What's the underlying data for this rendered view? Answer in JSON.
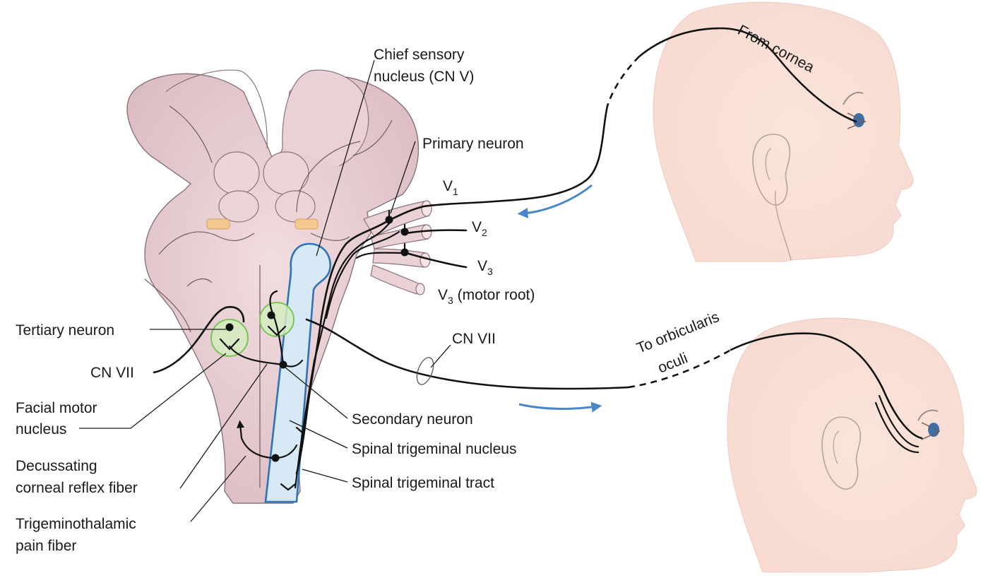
{
  "labels": {
    "chief_sensory": [
      "Chief sensory",
      "nucleus (CN V)"
    ],
    "primary_neuron": "Primary neuron",
    "v1": {
      "main": "V",
      "sub": "1"
    },
    "v2": {
      "main": "V",
      "sub": "2"
    },
    "v3": {
      "main": "V",
      "sub": "3"
    },
    "v3_motor": {
      "main": "V",
      "sub": "3",
      "suffix": " (motor root)"
    },
    "from_cornea": "From cornea",
    "to_orbicularis": [
      "To orbicularis",
      "oculi"
    ],
    "cn_vii_right": "CN VII",
    "tertiary_neuron": "Tertiary neuron",
    "cn_vii_left": "CN VII",
    "facial_motor_nucleus": [
      "Facial motor",
      "nucleus"
    ],
    "decussating_fiber": [
      "Decussating",
      "corneal reflex fiber"
    ],
    "trigeminothalamic": [
      "Trigeminothalamic",
      "pain fiber"
    ],
    "secondary_neuron": "Secondary neuron",
    "spinal_trigeminal_nucleus": "Spinal trigeminal nucleus",
    "spinal_trigeminal_tract": "Spinal trigeminal tract"
  },
  "colors": {
    "brainstem_fill": "#e5c6cc",
    "brainstem_stroke": "#8a7479",
    "face_fill": "#fbe6df",
    "nucleus_fill": "#d7e9f4",
    "nucleus_stroke": "#2e73b8",
    "facial_nucleus_fill": "#d4ecc0",
    "facial_nucleus_stroke": "#7cc45a",
    "arrow_blue": "#4a86c8",
    "nerve": "#111111"
  }
}
